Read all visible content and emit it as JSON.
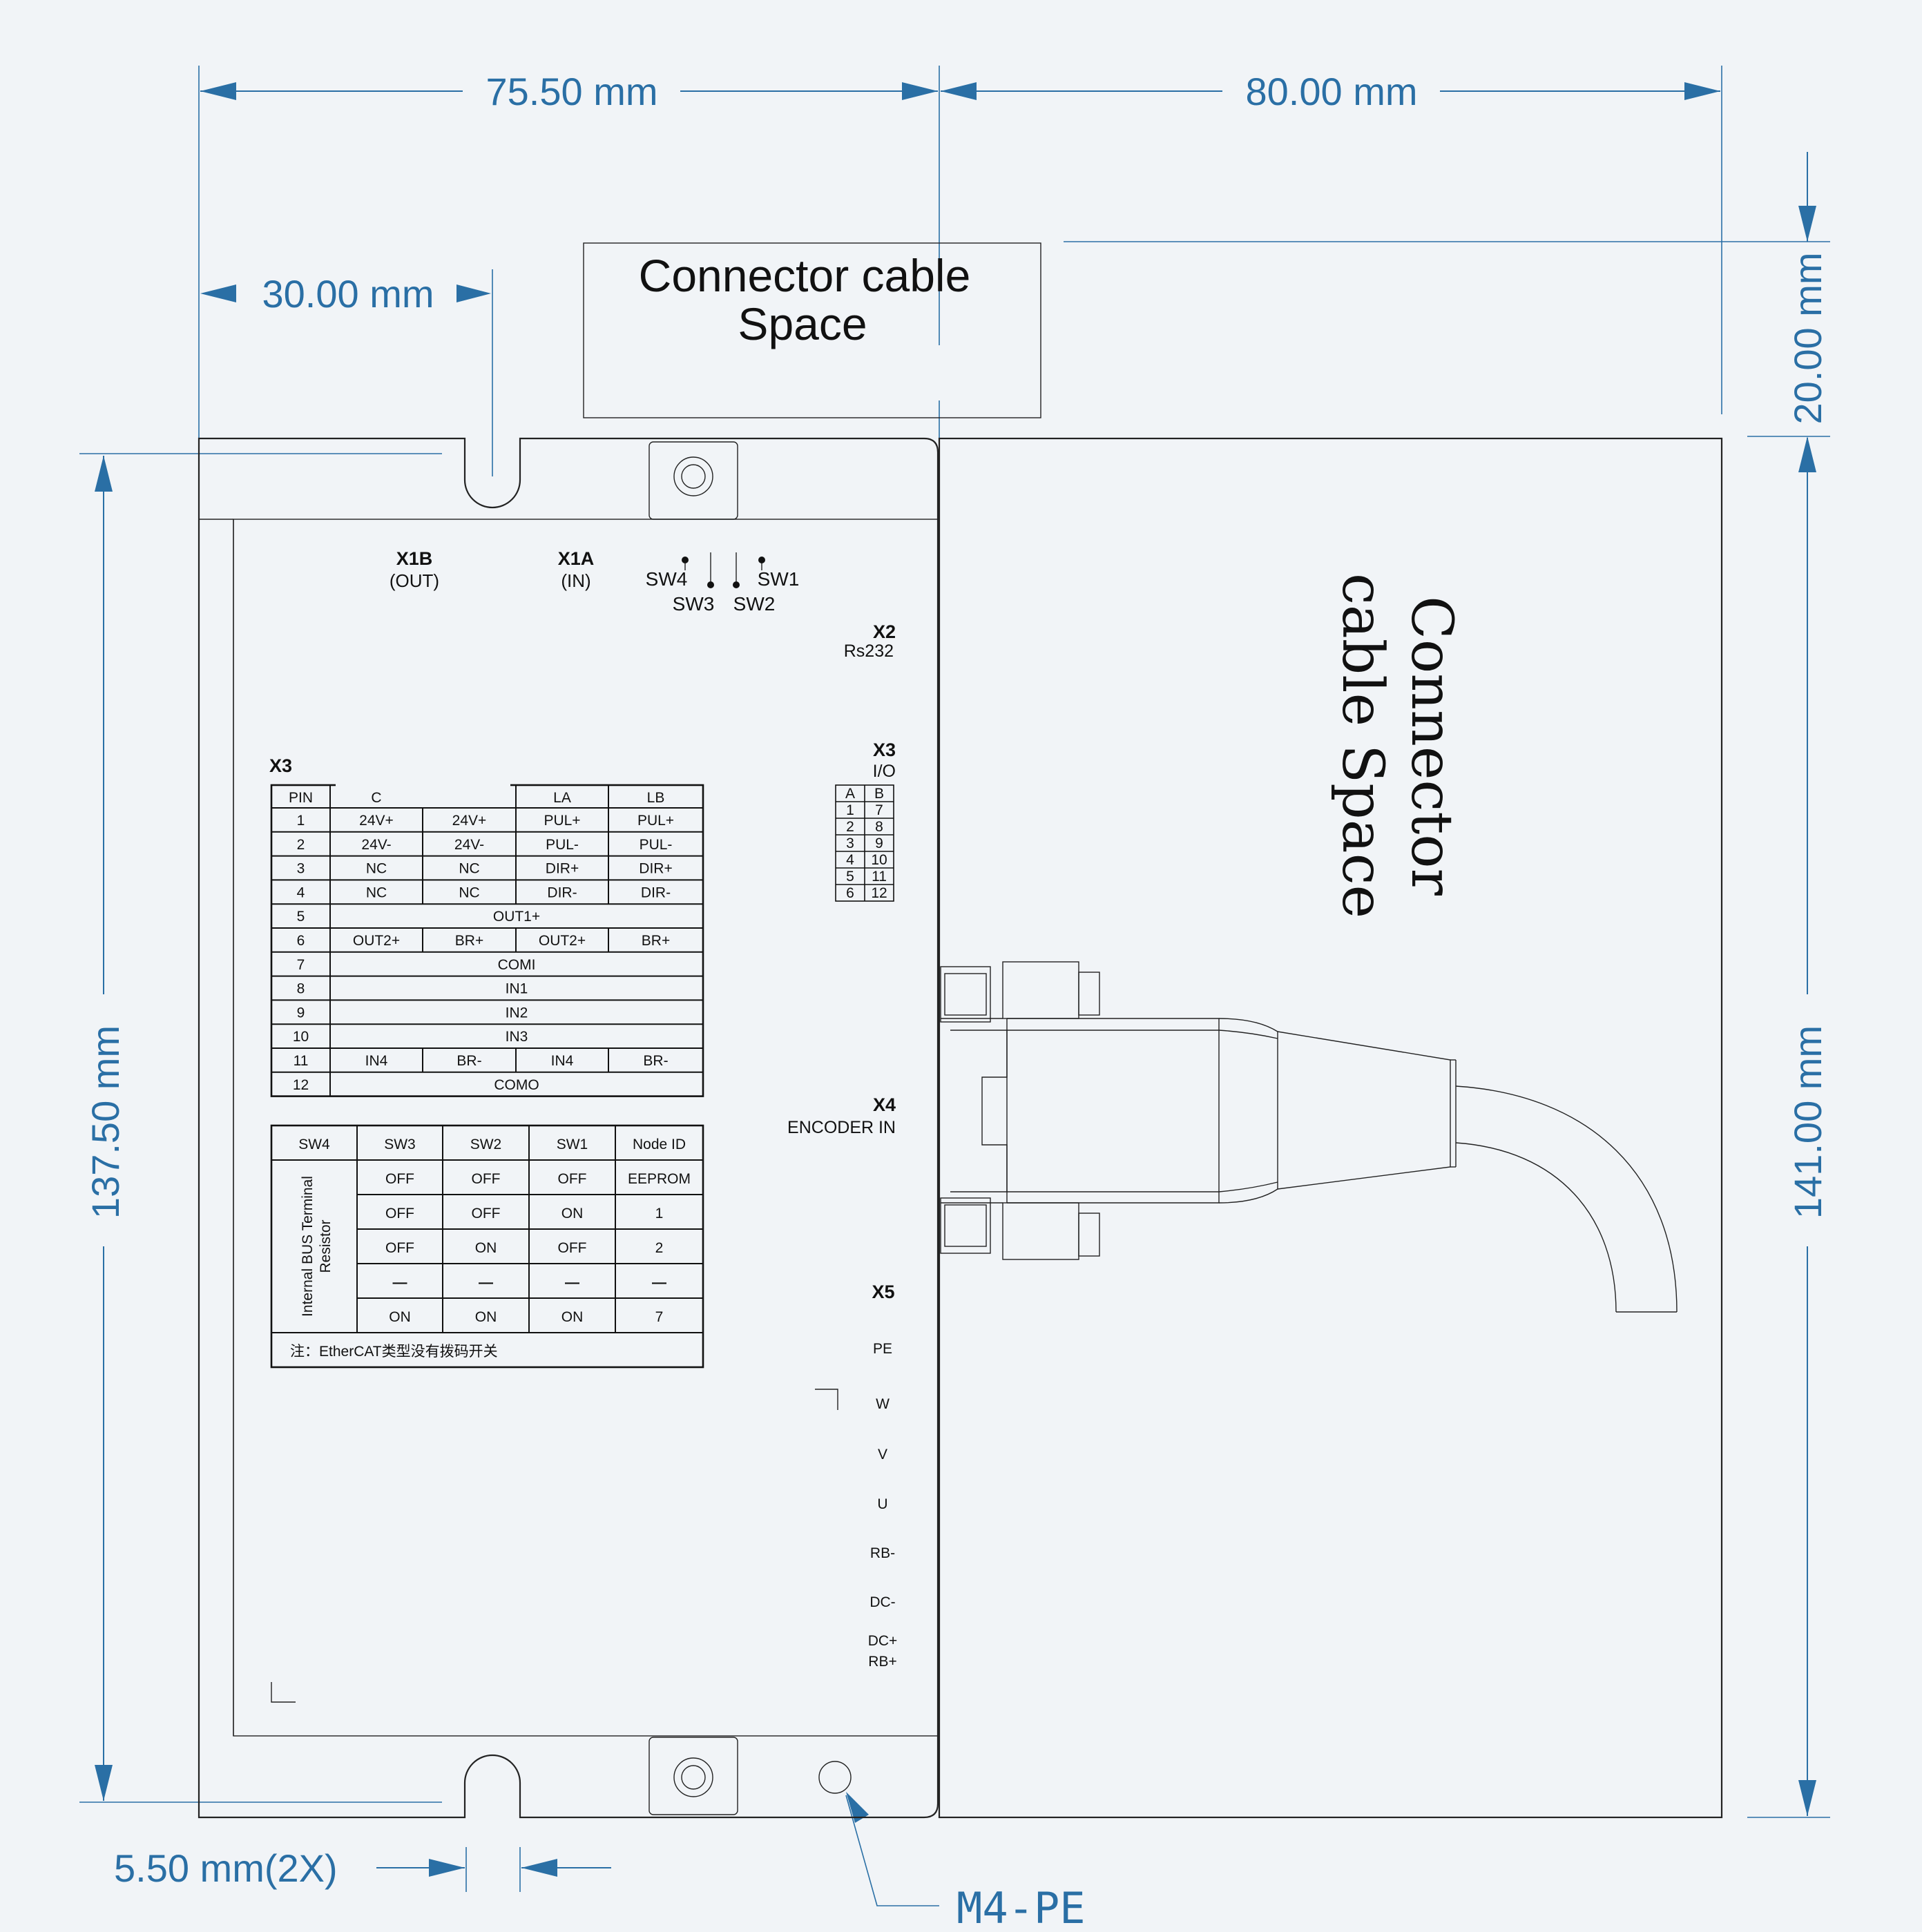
{
  "dimensions": {
    "width_driver": "75.50 mm",
    "width_cable": "80.00 mm",
    "mount_offset": "30.00 mm",
    "top_space": "20.00 mm",
    "height_left": "137.50 mm",
    "height_right": "141.00 mm",
    "slot": "5.50 mm(2X)",
    "ground_screw": "M4-PE"
  },
  "top_space_box": {
    "line1": "Connector cable",
    "line2": "Space"
  },
  "side_space_box": {
    "line1": "Connector",
    "line2": "cable Space"
  },
  "connectors": {
    "x1b": "X1B",
    "x1b_sub": "(OUT)",
    "x1a": "X1A",
    "x1a_sub": "(IN)",
    "sw4": "SW4",
    "sw3": "SW3",
    "sw2": "SW2",
    "sw1": "SW1",
    "x2": "X2",
    "x2_sub": "Rs232",
    "x3": "X3",
    "x3_sub": "I/O",
    "x4": "X4",
    "x4_sub": "ENCODER IN",
    "x5": "X5",
    "x5_pins": [
      "PE",
      "W",
      "V",
      "U",
      "RB-",
      "DC-",
      "DC+",
      "RB+"
    ]
  },
  "pin_grid": {
    "headers": [
      "A",
      "B"
    ],
    "rows": [
      [
        "1",
        "7"
      ],
      [
        "2",
        "8"
      ],
      [
        "3",
        "9"
      ],
      [
        "4",
        "10"
      ],
      [
        "5",
        "11"
      ],
      [
        "6",
        "12"
      ]
    ]
  },
  "x3_table": {
    "title": "X3",
    "headers": [
      "PIN",
      "C",
      "",
      "LA",
      "LB"
    ],
    "rows": [
      [
        "1",
        "24V+",
        "24V+",
        "PUL+",
        "PUL+"
      ],
      [
        "2",
        "24V-",
        "24V-",
        "PUL-",
        "PUL-"
      ],
      [
        "3",
        "NC",
        "NC",
        "DIR+",
        "DIR+"
      ],
      [
        "4",
        "NC",
        "NC",
        "DIR-",
        "DIR-"
      ],
      [
        "5",
        "OUT1+"
      ],
      [
        "6",
        "OUT2+",
        "BR+",
        "OUT2+",
        "BR+"
      ],
      [
        "7",
        "COMI"
      ],
      [
        "8",
        "IN1"
      ],
      [
        "9",
        "IN2"
      ],
      [
        "10",
        "IN3"
      ],
      [
        "11",
        "IN4",
        "BR-",
        "IN4",
        "BR-"
      ],
      [
        "12",
        "COMO"
      ]
    ]
  },
  "switch_table": {
    "headers": [
      "SW4",
      "SW3",
      "SW2",
      "SW1",
      "Node ID"
    ],
    "side_label_1": "Internal BUS Terminal",
    "side_label_2": "Resistor",
    "rows": [
      [
        "OFF",
        "OFF",
        "OFF",
        "EEPROM"
      ],
      [
        "OFF",
        "OFF",
        "ON",
        "1"
      ],
      [
        "OFF",
        "ON",
        "OFF",
        "2"
      ],
      [
        "—",
        "—",
        "—",
        "—"
      ],
      [
        "ON",
        "ON",
        "ON",
        "7"
      ]
    ],
    "note": "注：EtherCAT类型没有拨码开关"
  },
  "colors": {
    "dimension": "#2a6fa5",
    "background": "#f1f4f7",
    "outline": "#222222"
  }
}
